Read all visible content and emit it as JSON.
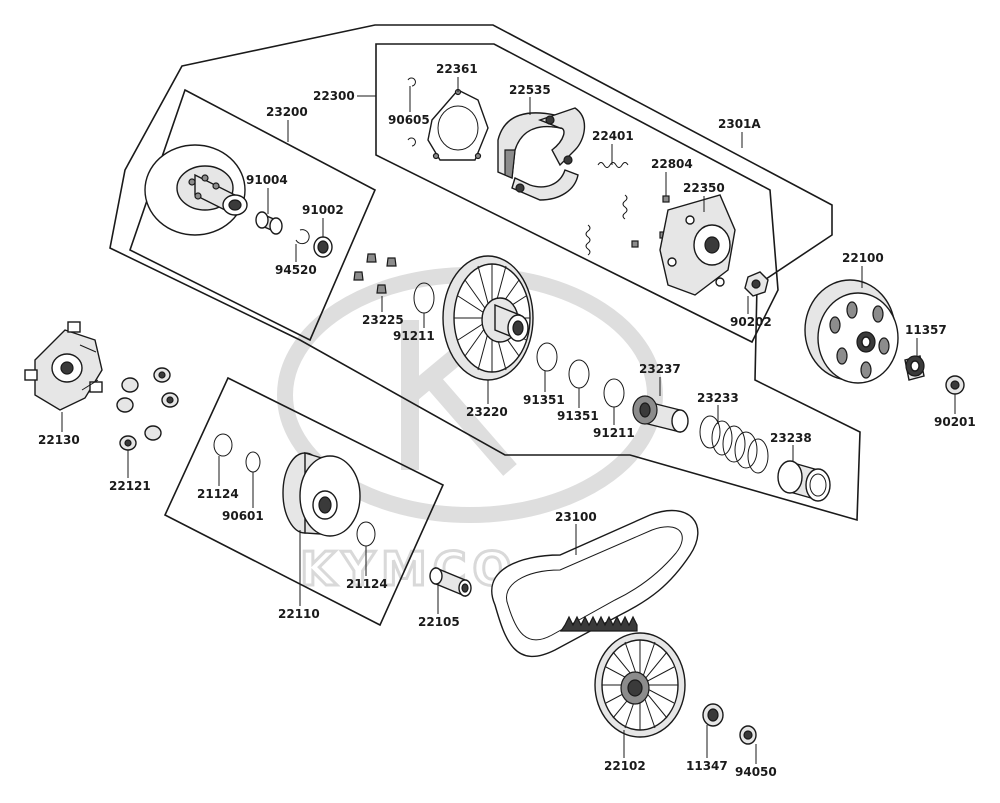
{
  "watermark": {
    "brand": "KYMCO"
  },
  "labels": {
    "p22300": "22300",
    "p22361": "22361",
    "p22535": "22535",
    "p90605": "90605",
    "p22401": "22401",
    "p2301A": "2301A",
    "p22804": "22804",
    "p22350": "22350",
    "p23200": "23200",
    "p91004": "91004",
    "p91002": "91002",
    "p94520": "94520",
    "p23225": "23225",
    "p91211a": "91211",
    "p90202": "90202",
    "p22100": "22100",
    "p11357": "11357",
    "p90201": "90201",
    "p22130": "22130",
    "p22121": "22121",
    "p23220": "23220",
    "p91351a": "91351",
    "p91351b": "91351",
    "p91211b": "91211",
    "p23237": "23237",
    "p23233": "23233",
    "p23238": "23238",
    "p21124a": "21124",
    "p90601": "90601",
    "p21124b": "21124",
    "p22110": "22110",
    "p23100": "23100",
    "p22105": "22105",
    "p22102": "22102",
    "p11347": "11347",
    "p94050": "94050"
  }
}
